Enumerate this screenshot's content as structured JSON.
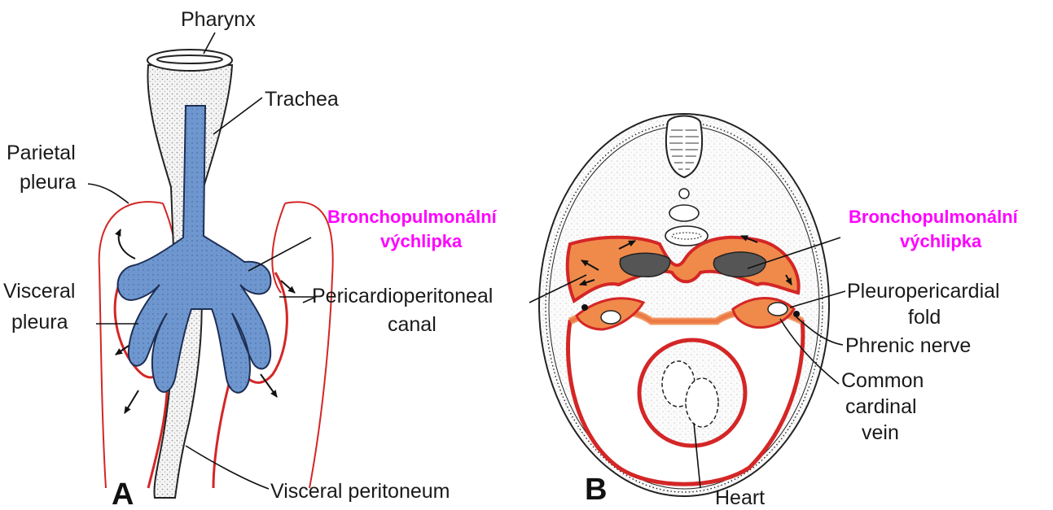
{
  "colors": {
    "airway_blue": "#6f97cf",
    "pleura_red": "#d42626",
    "tissue_orange": "#f08a4b",
    "highlight_magenta": "#ff00ff",
    "stipple_grey": "#d8d8d8"
  },
  "panel_a": {
    "letter": "A",
    "labels": {
      "pharynx": "Pharynx",
      "trachea": "Trachea",
      "parietal_pleura_1": "Parietal",
      "parietal_pleura_2": "pleura",
      "visceral_pleura_1": "Visceral",
      "visceral_pleura_2": "pleura",
      "pericardioperitoneal_1": "Pericardioperitoneal",
      "pericardioperitoneal_2": "canal",
      "visceral_peritoneum": "Visceral peritoneum"
    },
    "highlight_1": "Bronchopulmonální",
    "highlight_2": "výchlipka"
  },
  "panel_b": {
    "letter": "B",
    "labels": {
      "pleuropericardial_1": "Pleuropericardial",
      "pleuropericardial_2": "fold",
      "phrenic_nerve": "Phrenic nerve",
      "common_cardinal_1": "Common",
      "common_cardinal_2": "cardinal",
      "common_cardinal_3": "vein",
      "heart": "Heart"
    },
    "highlight_1": "Bronchopulmonální",
    "highlight_2": "výchlipka"
  }
}
